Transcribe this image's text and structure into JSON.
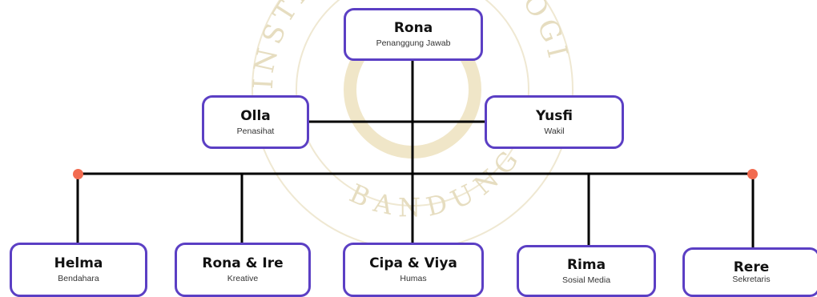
{
  "chart": {
    "root": {
      "name": "Rona",
      "role": "Penanggung Jawab"
    },
    "advisors": [
      {
        "name": "Olla",
        "role": "Penasihat"
      },
      {
        "name": "Yusfi",
        "role": "Wakil"
      }
    ],
    "members": [
      {
        "name": "Helma",
        "role": "Bendahara"
      },
      {
        "name": "Rona & Ire",
        "role": "Kreative"
      },
      {
        "name": "Cipa & Viya",
        "role": "Humas"
      },
      {
        "name": "Rima",
        "role": "Sosial Media"
      },
      {
        "name": "Rere",
        "role": "Sekretaris"
      }
    ]
  },
  "watermark": {
    "arc_top": "INSTITUT TEKNOLOGI NASIONAL",
    "arc_bottom": "BANDUNG"
  },
  "colors": {
    "box_border": "#5b3fc4",
    "connector": "#000000",
    "endpoint_dot": "#f26b50",
    "watermark": "#e3d9b8"
  }
}
